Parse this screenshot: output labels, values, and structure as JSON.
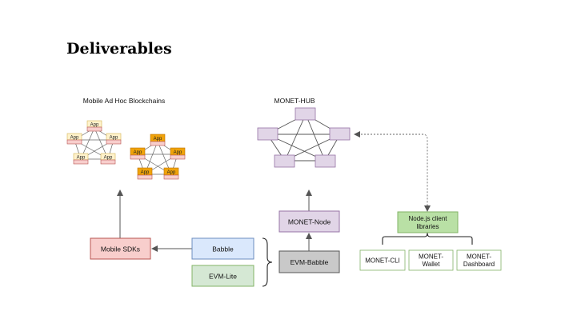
{
  "slide": {
    "title": "Deliverables"
  },
  "diagram": {
    "mobile_ad_hoc_label": "Mobile Ad Hoc Blockchains",
    "monet_hub_label": "MONET-HUB",
    "app_label": "App",
    "mobile_sdks": "Mobile SDKs",
    "babble": "Babble",
    "evm_lite": "EVM-Lite",
    "evm_babble": "EVM-Babble",
    "monet_node": "MONET-Node",
    "nodejs_line1": "Node.js client",
    "nodejs_line2": "libraries",
    "monet_cli": "MONET-CLI",
    "monet_wallet_line1": "MONET-",
    "monet_wallet_line2": "Wallet",
    "monet_dashboard_line1": "MONET-",
    "monet_dashboard_line2": "Dashboard"
  },
  "colors": {
    "pink_fill": "#f8cecc",
    "pink_stroke": "#b85450",
    "blue_fill": "#dae8fc",
    "blue_stroke": "#6c8ebf",
    "green_fill": "#d5e8d4",
    "green_stroke": "#82b366",
    "bright_green_fill": "#b9e0a5",
    "purple_fill": "#e1d5e7",
    "purple_stroke": "#9673a6",
    "app_yellow": "#fff2cc",
    "app_orange": "#f0a30a"
  }
}
